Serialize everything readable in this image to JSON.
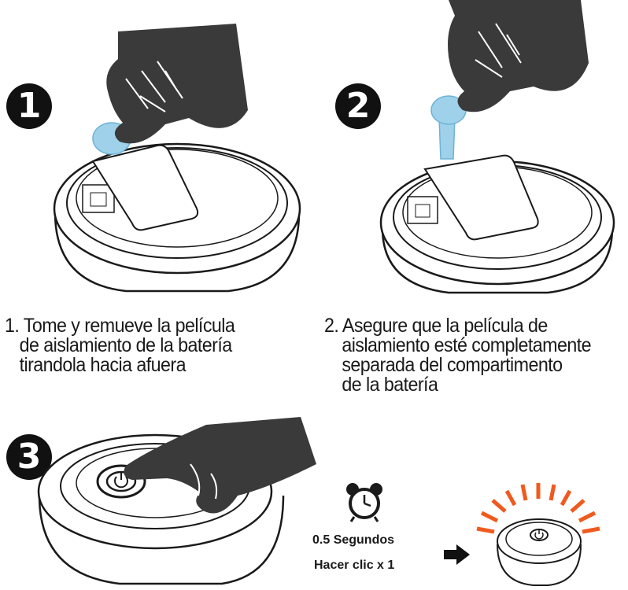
{
  "steps": [
    {
      "number": "1",
      "lines": [
        "1. Tome y remueve la película",
        "de aislamiento de la batería",
        "tirandola hacia afuera"
      ]
    },
    {
      "number": "2",
      "lines": [
        "2. Asegure que la película de",
        "aislamiento esté completamente",
        "separada del compartimento",
        "de la batería"
      ]
    },
    {
      "number": "3"
    }
  ],
  "timer": {
    "duration_label": "0.5  Segundos",
    "click_label": "Hacer clic  x 1"
  },
  "colors": {
    "ink": "#1a1a1a",
    "hand": "#3a3a3a",
    "film_tab": "#9fd1ea",
    "glow": "#f05a1e"
  },
  "icons": {
    "timer": "alarm-clock-icon",
    "result": "arrow-right-icon"
  }
}
